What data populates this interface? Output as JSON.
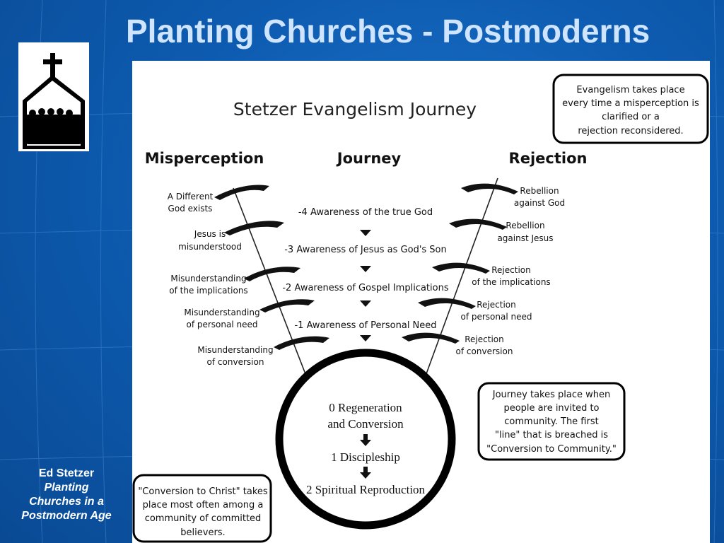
{
  "slide": {
    "title": "Planting Churches - Postmoderns",
    "caption": {
      "author": "Ed Stetzer",
      "book_line1": "Planting",
      "book_line2": "Churches in a",
      "book_line3": "Postmodern Age"
    }
  },
  "logo": {
    "icon": "church-icon"
  },
  "diagram": {
    "title": "Stetzer Evangelism Journey",
    "headers": {
      "left": "Misperception",
      "center": "Journey",
      "right": "Rejection"
    },
    "top_note": [
      "Evangelism takes place",
      "every time a misperception is",
      "clarified or a",
      "rejection reconsidered."
    ],
    "left_labels": [
      [
        "A Different",
        "God exists"
      ],
      [
        "Jesus is",
        "misunderstood"
      ],
      [
        "Misunderstanding",
        "of the implications"
      ],
      [
        "Misunderstanding",
        "of personal need"
      ],
      [
        "Misunderstanding",
        "of conversion"
      ]
    ],
    "right_labels": [
      [
        "Rebellion",
        "against God"
      ],
      [
        "Rebellion",
        "against Jesus"
      ],
      [
        "Rejection",
        "of the implications"
      ],
      [
        "Rejection",
        "of personal need"
      ],
      [
        "Rejection",
        "of conversion"
      ]
    ],
    "steps": [
      "-4 Awareness of the true God",
      "-3 Awareness of Jesus as God's Son",
      "-2 Awareness of Gospel Implications",
      "-1 Awareness of Personal Need"
    ],
    "circle": {
      "line1": "0 Regeneration",
      "line2": "and Conversion",
      "step1": "1 Discipleship",
      "step2": "2 Spiritual Reproduction"
    },
    "right_note": [
      "Journey takes place when",
      "people are invited to",
      "community.  The first",
      "\"line\" that is breached is",
      "\"Conversion to Community.\""
    ],
    "left_note": [
      "\"Conversion to Christ\" takes",
      "place most often among a",
      "community of committed",
      "believers."
    ]
  }
}
